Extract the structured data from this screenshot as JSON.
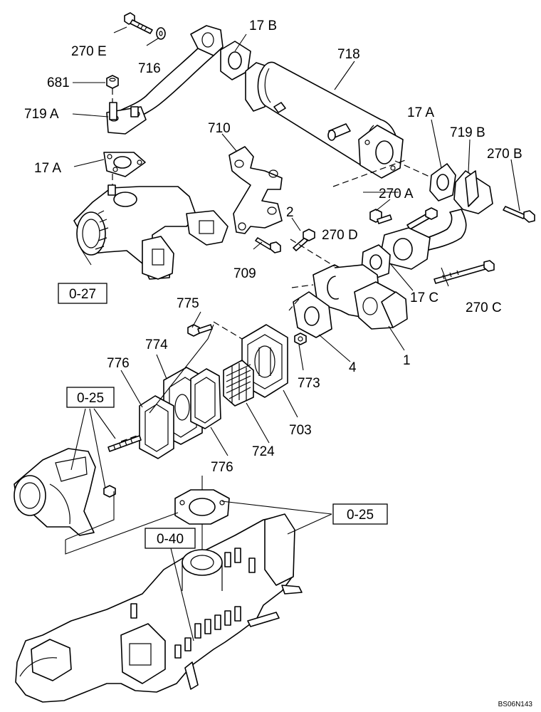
{
  "callouts": {
    "c270E": "270 E",
    "c716": "716",
    "c17B": "17 B",
    "c718": "718",
    "c681": "681",
    "c719A": "719 A",
    "c17A_left": "17 A",
    "c710": "710",
    "c17A_right": "17 A",
    "c719B": "719 B",
    "c270B": "270 B",
    "c270A": "270 A",
    "c2": "2",
    "c270D": "270 D",
    "c709": "709",
    "c17C": "17 C",
    "c270C": "270 C",
    "c775": "775",
    "c774": "774",
    "c776_top": "776",
    "c773": "773",
    "c4": "4",
    "c1": "1",
    "c703": "703",
    "c724": "724",
    "c776_bottom": "776"
  },
  "references": {
    "r027": "0-27",
    "r025_left": "0-25",
    "r025_right": "0-25",
    "r040": "0-40"
  },
  "drawing_code": "BS06N143"
}
